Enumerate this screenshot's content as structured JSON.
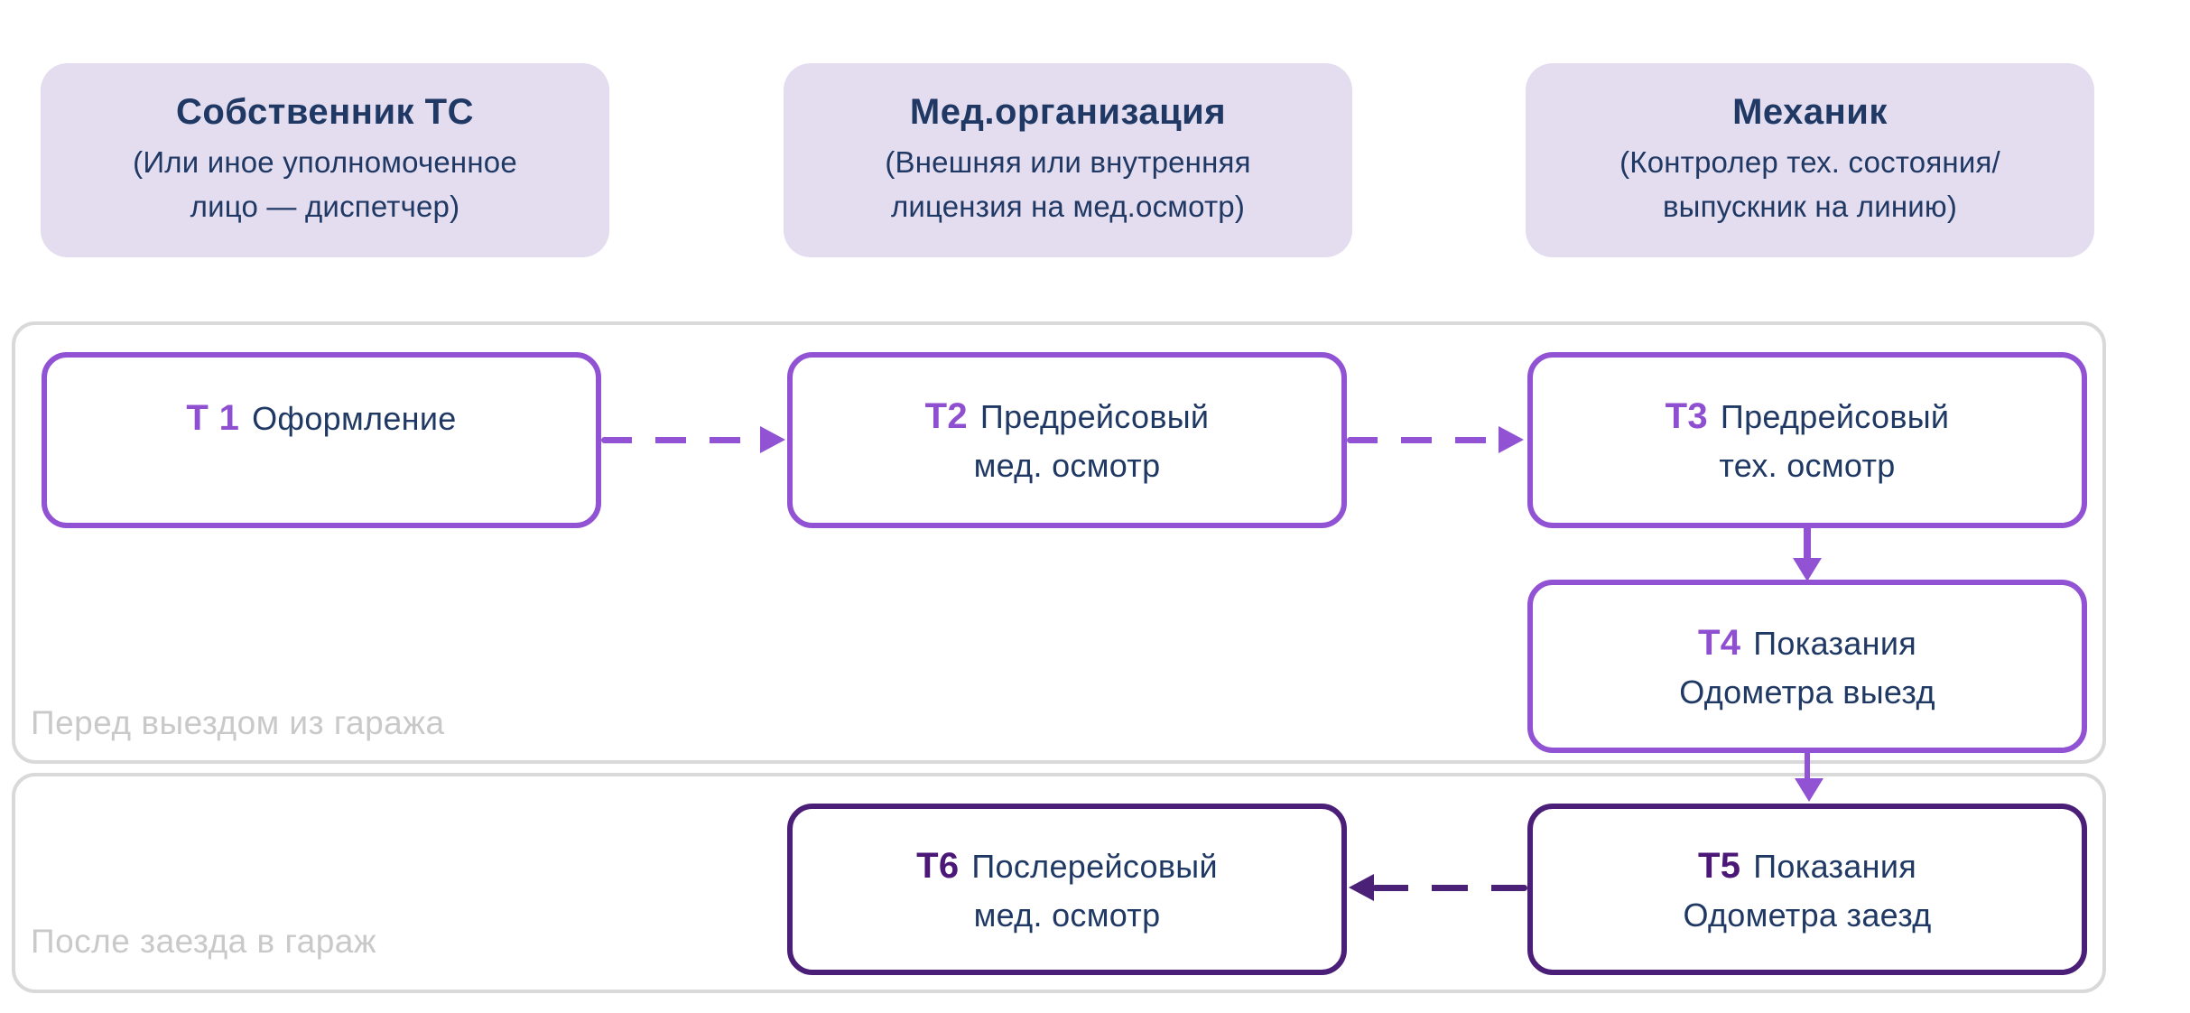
{
  "diagram": {
    "actors": [
      {
        "title": "Собственник ТС",
        "subtitle_lines": [
          "(Или иное уполномоченное",
          "лицо — диспетчер)"
        ]
      },
      {
        "title": "Мед.организация",
        "subtitle_lines": [
          "(Внешняя или внутренняя",
          "лицензия на мед.осмотр)"
        ]
      },
      {
        "title": "Механик",
        "subtitle_lines": [
          "(Контролер тех. состояния/",
          "выпускник на линию)"
        ]
      }
    ],
    "lanes": [
      {
        "label": "Перед выездом из гаража"
      },
      {
        "label": "После заезда в гараж"
      }
    ],
    "steps": [
      {
        "id": "Т 1",
        "lines": [
          "Оформление",
          ""
        ]
      },
      {
        "id": "Т2",
        "lines": [
          "Предрейсовый",
          "мед. осмотр"
        ]
      },
      {
        "id": "Т3",
        "lines": [
          "Предрейсовый",
          "тех. осмотр"
        ]
      },
      {
        "id": "Т4",
        "lines": [
          "Показания",
          "Одометра выезд"
        ]
      },
      {
        "id": "Т5",
        "lines": [
          "Показания",
          "Одометра заезд"
        ]
      },
      {
        "id": "Т6",
        "lines": [
          "Послерейсовый",
          "мед. осмотр"
        ]
      }
    ],
    "colors": {
      "actor_card_fill": "#e3ddef",
      "navy_text": "#1f3864",
      "step_border_purple": "#9152d3",
      "step_id_purple": "#8f4fd1",
      "step_border_dark_purple": "#4b1e78",
      "step_id_dark_purple": "#4b1878",
      "lane_border_gray": "#d9d9d9",
      "lane_label_gray": "#c9c9c9"
    }
  }
}
